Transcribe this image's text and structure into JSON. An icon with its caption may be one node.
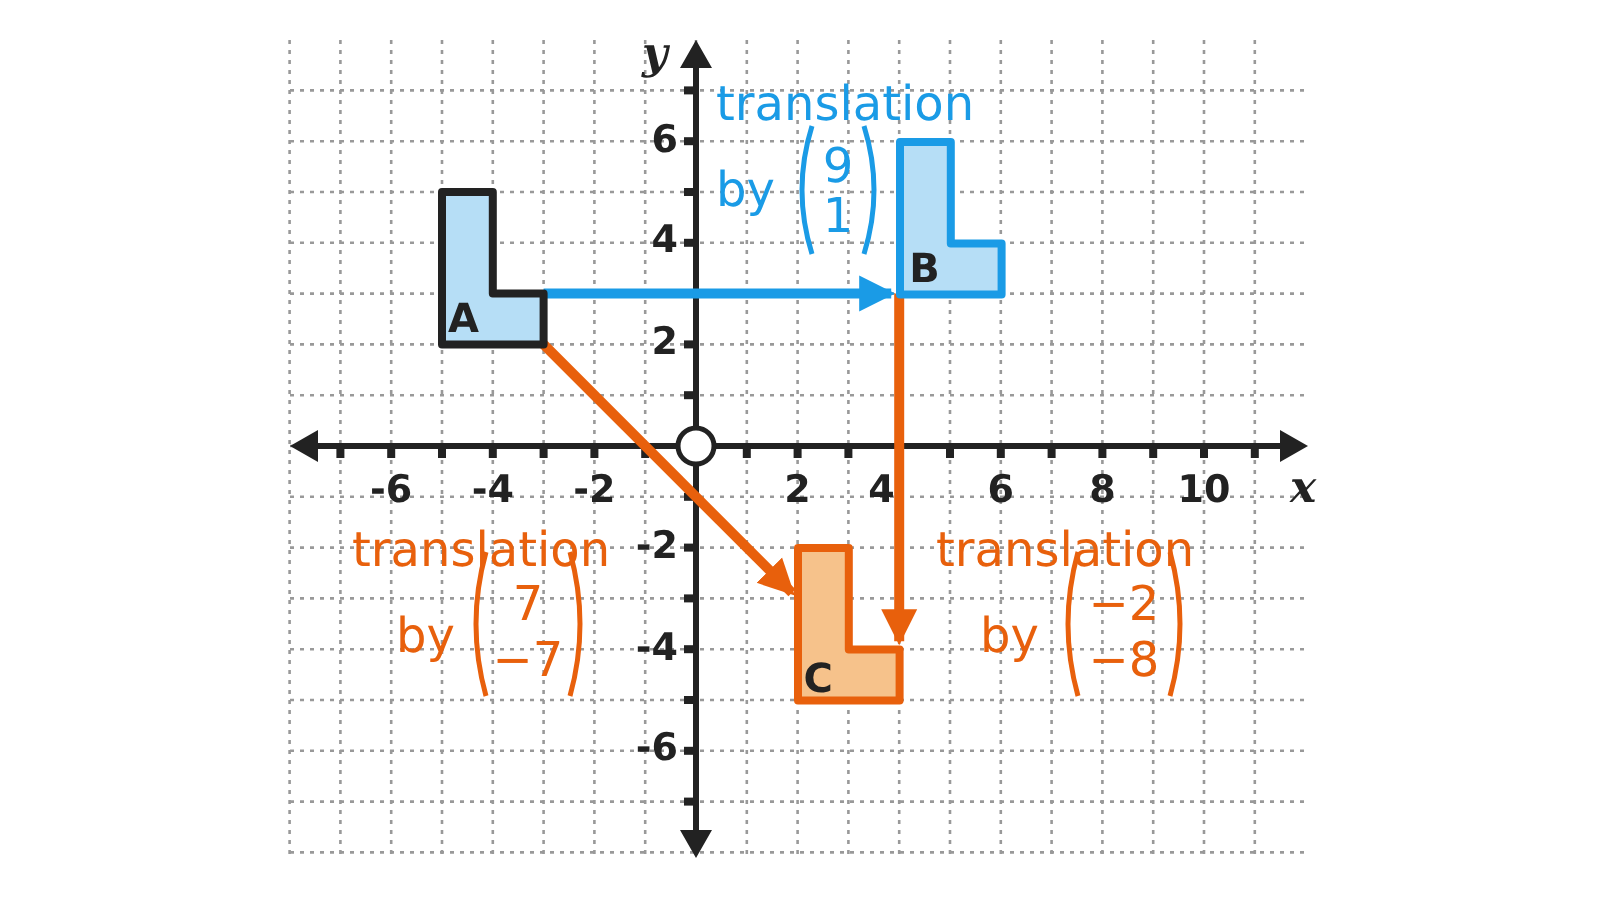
{
  "diagram": {
    "nodes": [
      {
        "text": [
          "A"
        ]
      },
      {
        "text": [
          "B"
        ]
      },
      {
        "text": [
          "C"
        ]
      }
    ],
    "edges": [
      {
        "from": 0,
        "to": 1,
        "arrow": "to",
        "label": "translation by",
        "color": "#1a9be6"
      },
      {
        "from": 0,
        "to": 2,
        "arrow": "to",
        "label": "translation by"
      },
      {
        "from": 1,
        "to": 2,
        "arrow": "to",
        "label": "translation by"
      }
    ],
    "labels": [
      "-6",
      "-4",
      "-2",
      "2",
      "4",
      "6",
      "8",
      "10",
      "x",
      "6",
      "4",
      "2",
      "-2",
      "-4",
      "-6",
      "y",
      "9",
      "1",
      "7",
      "−7",
      "−2",
      "−8"
    ]
  }
}
